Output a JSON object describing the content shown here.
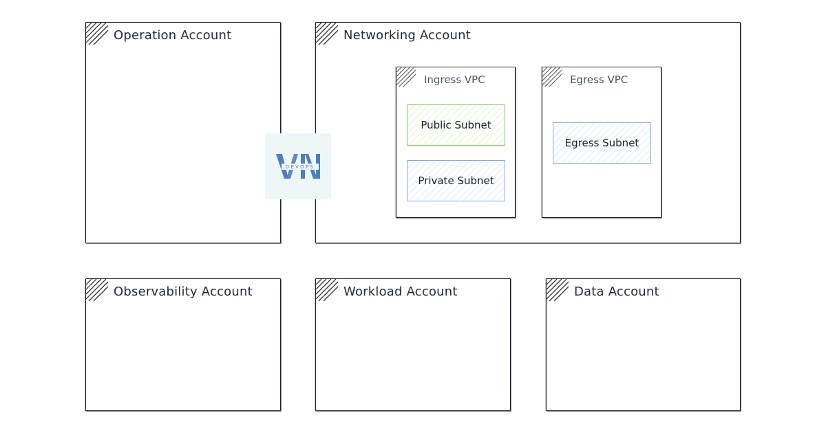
{
  "accounts": {
    "operation": "Operation Account",
    "networking": "Networking Account",
    "observability": "Observability Account",
    "workload": "Workload Account",
    "data": "Data Account"
  },
  "vpcs": {
    "ingress": {
      "label": "Ingress VPC",
      "subnets": [
        "Public Subnet",
        "Private Subnet"
      ]
    },
    "egress": {
      "label": "Egress VPC",
      "subnets": [
        "Egress Subnet"
      ]
    }
  },
  "logo": {
    "text": "DEVOPS",
    "letters": "VN",
    "color": "#4f7fb3",
    "background": "#eef6f8"
  },
  "colors": {
    "stroke": "#1e1e2a",
    "public_subnet": "#86c06a",
    "private_subnet": "#8aa8dc"
  }
}
